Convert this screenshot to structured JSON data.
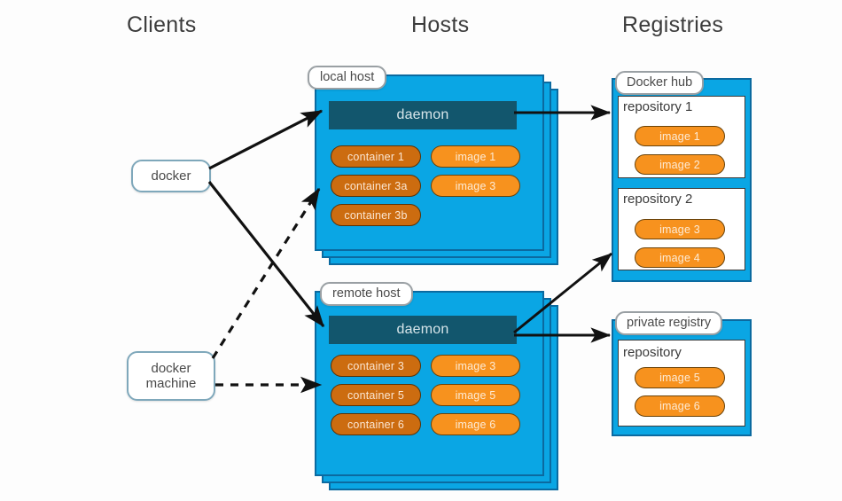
{
  "headings": {
    "clients": "Clients",
    "hosts": "Hosts",
    "registries": "Registries"
  },
  "clients": [
    {
      "id": "docker",
      "label": "docker"
    },
    {
      "id": "docker-machine",
      "label_line1": "docker",
      "label_line2": "machine"
    }
  ],
  "hosts": [
    {
      "id": "local-host",
      "label": "local host",
      "daemon": "daemon",
      "containers": [
        "container 1",
        "container 3a",
        "container 3b"
      ],
      "images": [
        "image 1",
        "image 3"
      ]
    },
    {
      "id": "remote-host",
      "label": "remote host",
      "daemon": "daemon",
      "containers": [
        "container 3",
        "container 5",
        "container 6"
      ],
      "images": [
        "image 3",
        "image 5",
        "image 6"
      ]
    }
  ],
  "registries": [
    {
      "id": "docker-hub",
      "label": "Docker hub",
      "repositories": [
        {
          "title": "repository 1",
          "images": [
            "image 1",
            "image 2"
          ]
        },
        {
          "title": "repository 2",
          "images": [
            "image 3",
            "image 4"
          ]
        }
      ]
    },
    {
      "id": "private-registry",
      "label": "private registry",
      "repositories": [
        {
          "title": "repository",
          "images": [
            "image 5",
            "image 6"
          ]
        }
      ]
    }
  ],
  "colors": {
    "host_panel": "#0aa6e4",
    "host_panel_border": "#0b6aa0",
    "daemon": "#12566d",
    "container": "#cc6c10",
    "image": "#f7921e",
    "client_border": "#7fa8bb",
    "arrow": "#111111",
    "background": "#fdfdfd"
  }
}
